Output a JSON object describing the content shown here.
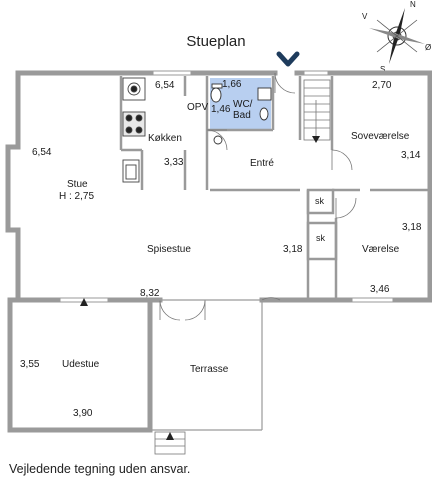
{
  "title": "Stueplan",
  "disclaimer": "Vejledende tegning uden ansvar.",
  "compass": {
    "n": "N",
    "s": "S",
    "v": "V",
    "o": "Ø"
  },
  "rooms": {
    "stue": "Stue",
    "stue_height": "H : 2,75",
    "kokken": "Køkken",
    "wc_line1": "WC/",
    "wc_line2": "Bad",
    "opv": "OPV",
    "entre": "Entré",
    "sovevaerelse": "Soveværelse",
    "vaerelse": "Værelse",
    "spisestue": "Spisestue",
    "udestue": "Udestue",
    "terrasse": "Terrasse",
    "sk1": "sk",
    "sk2": "sk"
  },
  "dimensions": {
    "kitchen_width": "6,54",
    "stue_depth": "6,54",
    "wc_width": "1,66",
    "wc_depth": "1,46",
    "kitchen_depth": "3,33",
    "bedroom_width": "2,70",
    "bedroom_depth": "3,14",
    "room_depth": "3,18",
    "hall_depth": "3,18",
    "room_width": "3,46",
    "dining_width": "8,32",
    "udestue_depth": "3,55",
    "udestue_width": "3,90"
  },
  "colors": {
    "wall": "#999999",
    "wc_fill": "#b8cff0",
    "entrance_marker": "#1e3b5c"
  }
}
